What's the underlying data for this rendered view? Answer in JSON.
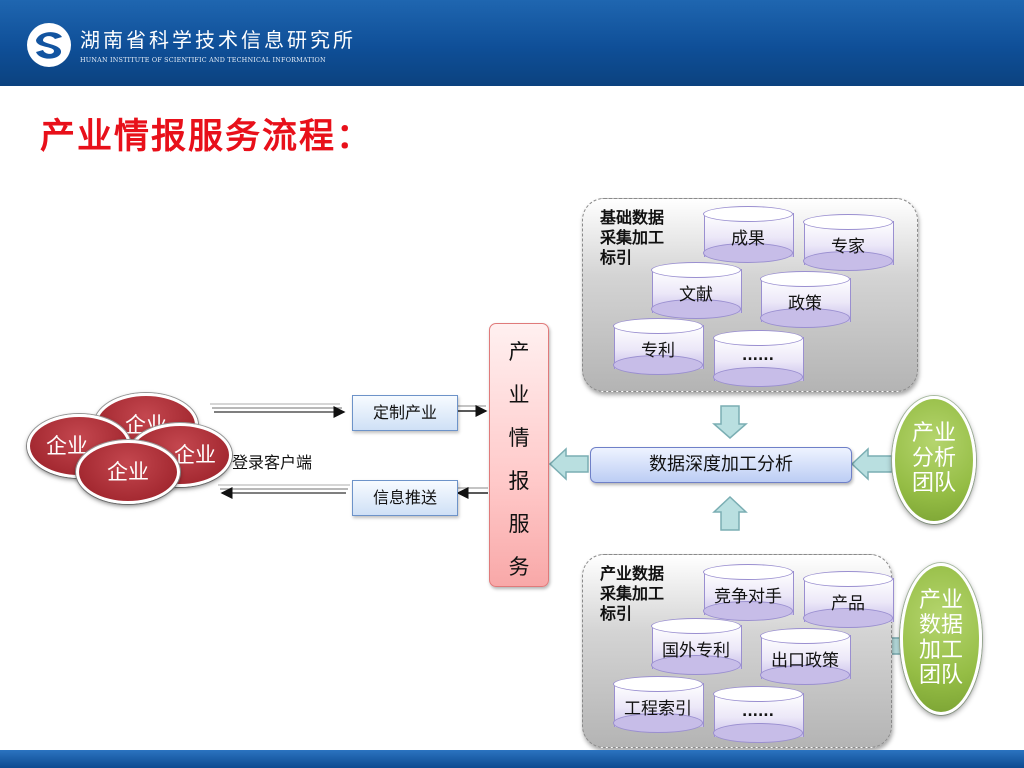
{
  "header": {
    "org_name_zh": "湖南省科学技术信息研究所",
    "org_name_en": "HUNAN INSTITUTE OF SCIENTIFIC AND TECHNICAL INFORMATION",
    "brand_color": "#1254a0"
  },
  "title": "产业情报服务流程：",
  "title_color": "#e8101a",
  "panel_basic": {
    "label": [
      "基础数据",
      "采集加工",
      "标引"
    ],
    "items": [
      "成果",
      "专家",
      "文献",
      "政策",
      "专利",
      "......"
    ]
  },
  "panel_industry": {
    "label": [
      "产业数据",
      "采集加工",
      "标引"
    ],
    "items": [
      "竞争对手",
      "产品",
      "国外专利",
      "出口政策",
      "工程索引",
      "......"
    ]
  },
  "analysis_box": "数据深度加工分析",
  "service_box": [
    "产",
    "业",
    "情",
    "报",
    "服",
    "务"
  ],
  "team_analysis": [
    "产业",
    "分析",
    "团队"
  ],
  "team_data": [
    "产业",
    "数据",
    "加工",
    "团队"
  ],
  "custom_box": "定制产业",
  "push_box": "信息推送",
  "client_label": "登录客户端",
  "enterprises": [
    "企业",
    "企业",
    "企业",
    "企业"
  ]
}
